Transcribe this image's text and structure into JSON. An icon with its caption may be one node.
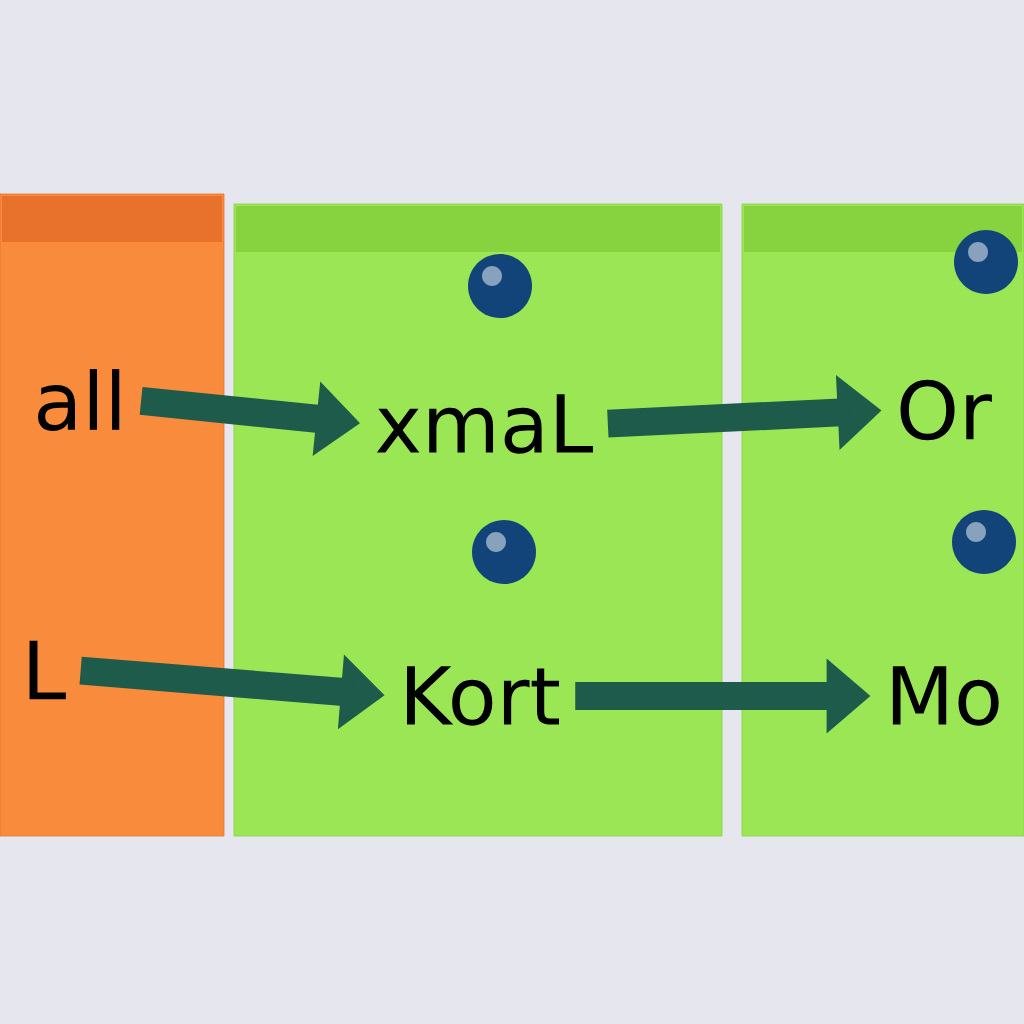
{
  "diagram": {
    "nodes": [
      {
        "text": [],
        "shape": "box"
      },
      {
        "text": [
          "all"
        ],
        "in": 0
      },
      {
        "text": [
          "L"
        ],
        "in": 0
      },
      {
        "text": [],
        "shape": "box"
      },
      {
        "text": [
          "xmaL"
        ],
        "in": 3
      },
      {
        "text": [
          "Kort"
        ],
        "in": 3
      },
      {
        "text": [],
        "shape": "box"
      },
      {
        "text": [
          "Or"
        ],
        "in": 6
      },
      {
        "text": [
          "Mo"
        ],
        "in": 6
      }
    ],
    "edges": [
      {
        "from": 1,
        "to": 4,
        "arrow": "to"
      },
      {
        "from": 4,
        "to": 7,
        "arrow": "to"
      },
      {
        "from": 2,
        "to": 5,
        "arrow": "to"
      },
      {
        "from": 5,
        "to": 8,
        "arrow": "to"
      }
    ]
  }
}
